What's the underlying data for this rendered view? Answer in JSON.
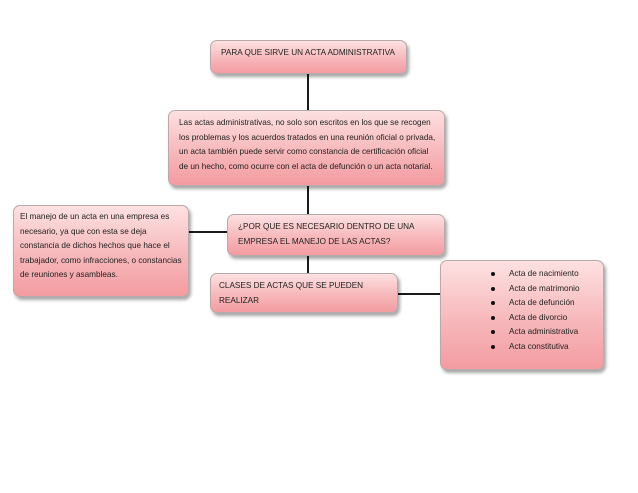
{
  "nodes": {
    "title": "PARA QUE SIRVE UN ACTA ADMINISTRATIVA",
    "definition": "Las actas administrativas, no solo son escritos en los que se recogen los problemas  y los acuerdos tratados en una reunión  oficial o privada, un acta también puede servir como constancia  de certificación oficial de un hecho, como ocurre con el acta de defunción o un acta notarial.",
    "question": "¿POR QUE ES NECESARIO DENTRO DE UNA EMPRESA EL MANEJO DE LAS ACTAS?",
    "answer": "El manejo de un acta en una empresa es necesario, ya que con esta se deja constancia de dichos hechos que hace el trabajador, como infracciones, o constancias de reuniones y asambleas.",
    "classes_label": "CLASES DE ACTAS QUE SE PUEDEN REALIZAR",
    "classes_list": [
      "Acta de nacimiento",
      "Acta de matrimonio",
      "Acta de defunción",
      "Acta de divorcio",
      "Acta administrativa",
      "Acta constitutiva"
    ]
  },
  "colors": {
    "box_top": "#fde1e1",
    "box_bottom": "#f39ca1",
    "connector": "#1a1a1a"
  }
}
